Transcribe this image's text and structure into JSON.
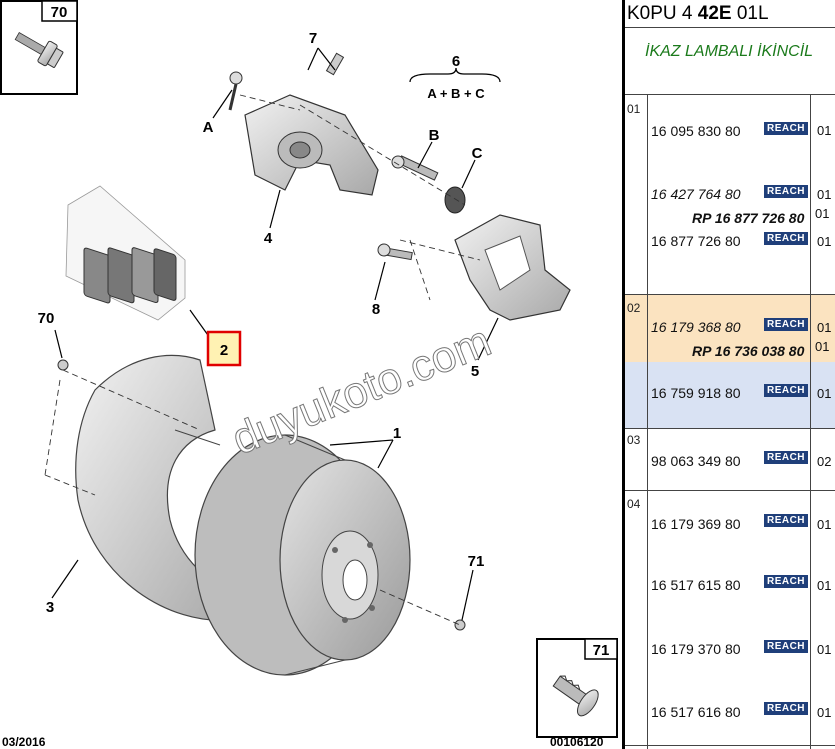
{
  "diagram": {
    "callouts": {
      "c70_top": "70",
      "c70_side": "70",
      "c71_box": "71",
      "c71": "71",
      "c7": "7",
      "c6": "6",
      "c6_formula": "A + B + C",
      "cA": "A",
      "cB": "B",
      "cC": "C",
      "c4": "4",
      "c8": "8",
      "c5": "5",
      "c2": "2",
      "c1": "1",
      "c3": "3"
    },
    "date": "03/2016",
    "ref": "00106120",
    "watermark": "duyukoto.com",
    "highlight_color": "#e00000"
  },
  "panel": {
    "header_prefix": "K0PU 4 ",
    "header_bold": "42E",
    "header_suffix": " 01L",
    "warning": "İKAZ LAMBALI İKİNCİL",
    "badge_label": "REACH",
    "highlight_colors": {
      "s02_top": "#fbe3c0",
      "s02_bottom": "#d9e2f3"
    },
    "sections": [
      {
        "no": "01",
        "rows": [
          {
            "pn": "16 095 830 80",
            "qty": "01"
          },
          {
            "pn": "16 427 764 80",
            "qty": "01"
          },
          {
            "pn": "RP 16 877 726 80",
            "qty": "01"
          },
          {
            "pn": "16 877 726 80",
            "qty": "01"
          }
        ]
      },
      {
        "no": "02",
        "rows": [
          {
            "pn": "16 179 368 80",
            "qty": "01"
          },
          {
            "pn": "RP 16 736 038 80",
            "qty": "01"
          },
          {
            "pn": "16 759 918 80",
            "qty": "01"
          }
        ]
      },
      {
        "no": "03",
        "rows": [
          {
            "pn": "98 063 349 80",
            "qty": "02"
          }
        ]
      },
      {
        "no": "04",
        "rows": [
          {
            "pn": "16 179 369 80",
            "qty": "01"
          },
          {
            "pn": "16 517 615 80",
            "qty": "01"
          },
          {
            "pn": "16 179 370 80",
            "qty": "01"
          },
          {
            "pn": "16 517 616 80",
            "qty": "01"
          }
        ]
      }
    ]
  }
}
